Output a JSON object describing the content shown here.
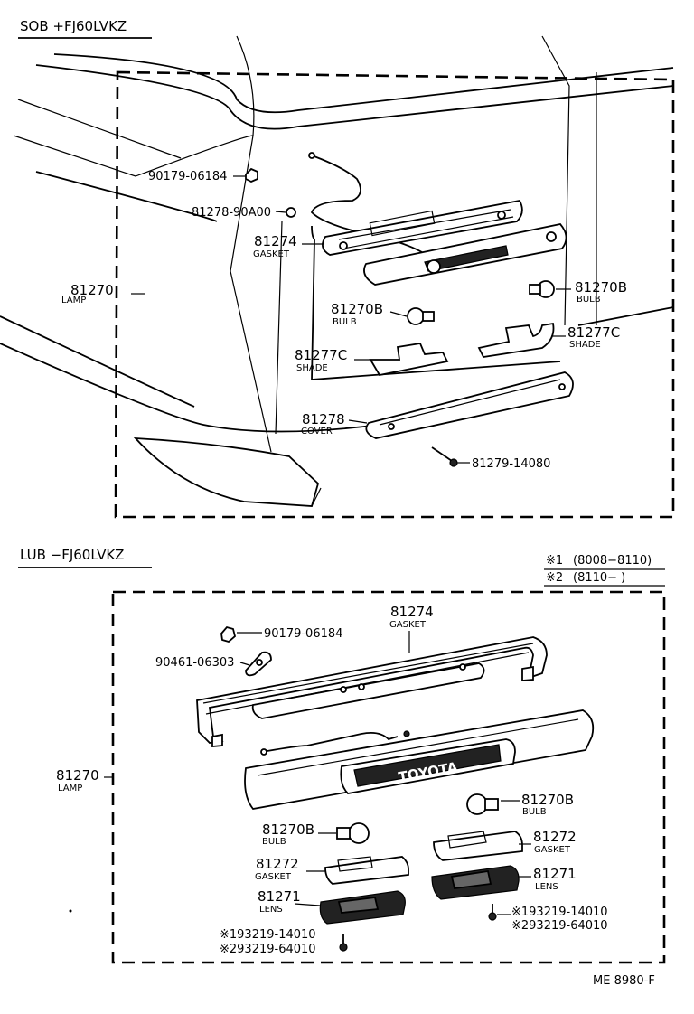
{
  "sections": {
    "upper": {
      "title": "SOB +FJ60LVKZ",
      "labels": {
        "nut": "90179-06184",
        "clip": "81278-90A00",
        "gasket_no": "81274",
        "gasket_nm": "GASKET",
        "lamp_no": "81270",
        "lamp_nm": "LAMP",
        "bulb_l_no": "81270B",
        "bulb_l_nm": "BULB",
        "bulb_r_no": "81270B",
        "bulb_r_nm": "BULB",
        "shade_l_no": "81277C",
        "shade_l_nm": "SHADE",
        "shade_r_no": "81277C",
        "shade_r_nm": "SHADE",
        "cover_no": "81278",
        "cover_nm": "COVER",
        "screw": "81279-14080"
      }
    },
    "lower": {
      "title": "LUB −FJ60LVKZ",
      "notes": {
        "n1_mark": "※1",
        "n1_text": "(8008−8110)",
        "n2_mark": "※2",
        "n2_text": "(8110−        )"
      },
      "labels": {
        "gasket_no": "81274",
        "gasket_nm": "GASKET",
        "nut": "90179-06184",
        "clip": "90461-06303",
        "lamp_no": "81270",
        "lamp_nm": "LAMP",
        "lamp_text": "TOYOTA",
        "bulb_r_no": "81270B",
        "bulb_r_nm": "BULB",
        "bulb_l_no": "81270B",
        "bulb_l_nm": "BULB",
        "gasket_r_no": "81272",
        "gasket_r_nm": "GASKET",
        "gasket_l_no": "81272",
        "gasket_l_nm": "GASKET",
        "lens_r_no": "81271",
        "lens_r_nm": "LENS",
        "lens_l_no": "81271",
        "lens_l_nm": "LENS",
        "screw_r1": "※193219-14010",
        "screw_r2": "※293219-64010",
        "screw_l1": "※193219-14010",
        "screw_l2": "※293219-64010"
      }
    },
    "footer": {
      "code": "ME  8980-F"
    }
  }
}
